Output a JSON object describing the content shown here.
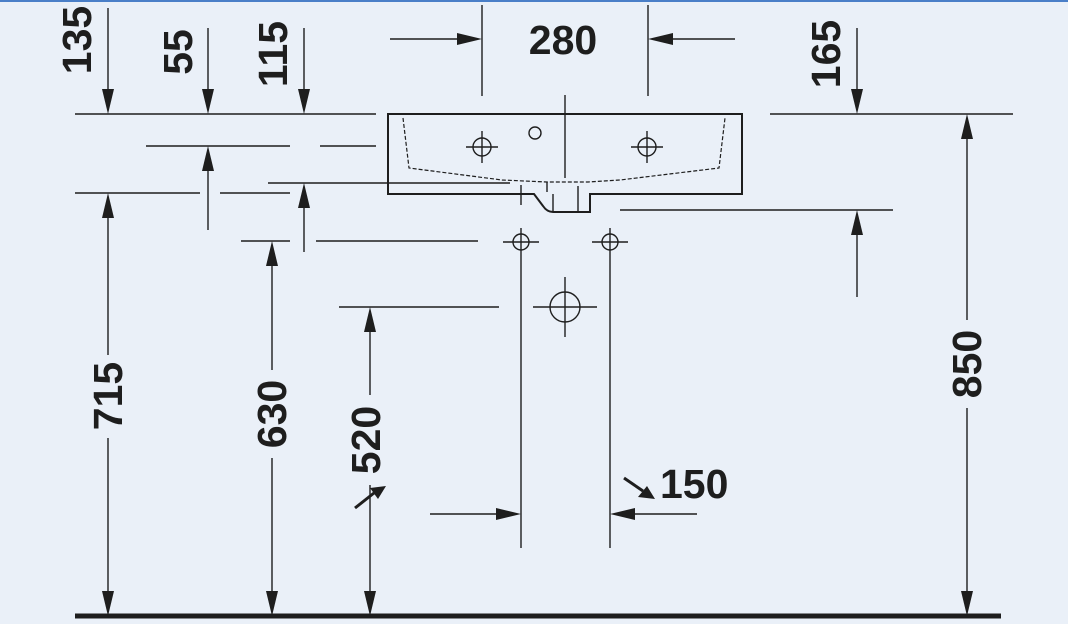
{
  "dimensions": {
    "d135": "135",
    "d55": "55",
    "d115": "115",
    "d280": "280",
    "d165": "165",
    "d715": "715",
    "d630": "630",
    "d520": "520",
    "d150": "150",
    "d850": "850"
  },
  "colors": {
    "background": "#eaf0f8",
    "line": "#1e1e1e",
    "frame": "#4a7fc8"
  }
}
